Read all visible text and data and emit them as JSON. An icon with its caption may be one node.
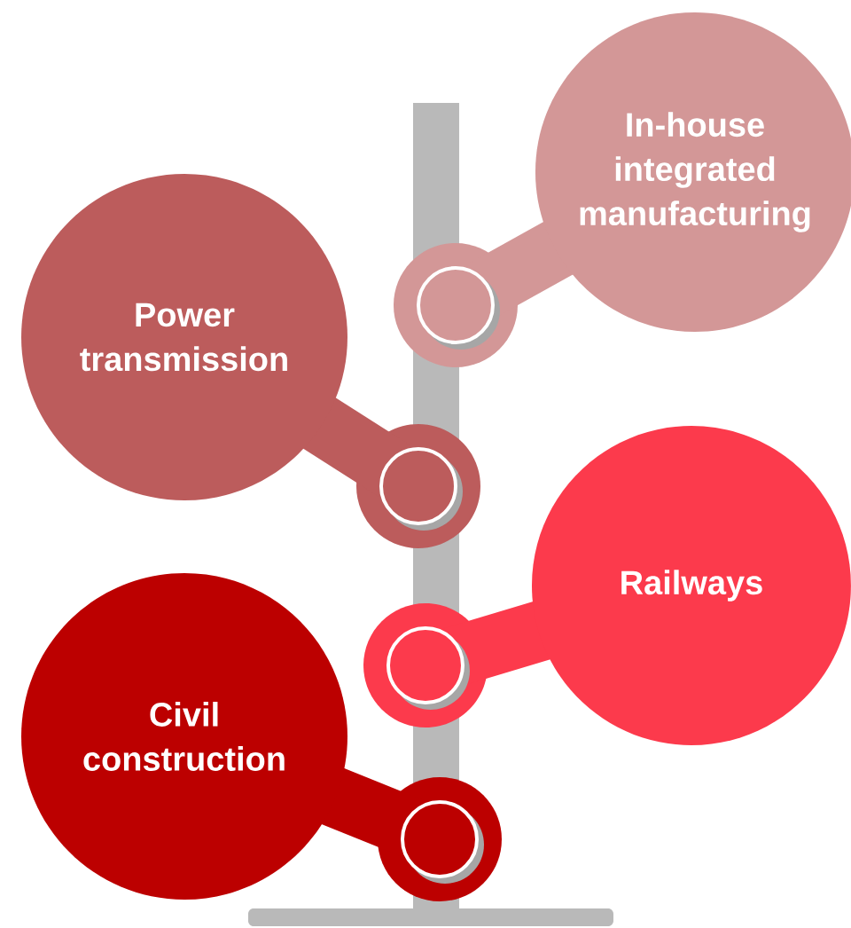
{
  "diagram": {
    "nodes": [
      {
        "text": [
          "In-house integrated manufacturing"
        ]
      },
      {
        "text": [
          "Power transmission"
        ]
      },
      {
        "text": [
          "Railways"
        ]
      },
      {
        "text": [
          "Civil construction"
        ]
      }
    ]
  }
}
